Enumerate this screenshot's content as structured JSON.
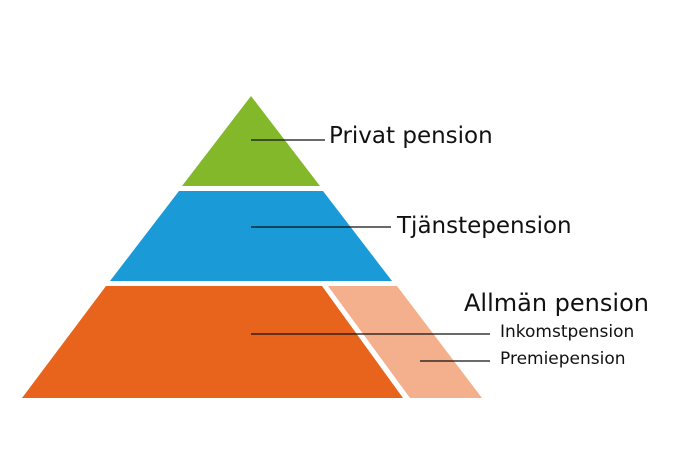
{
  "pyramid": {
    "tiers": [
      {
        "id": "private",
        "label": "Privat pension",
        "color": "#82b82a"
      },
      {
        "id": "service",
        "label": "Tjänstepension",
        "color": "#1a9bd7"
      },
      {
        "id": "public",
        "label": "Allmän pension",
        "color": "#e8641c",
        "parts": [
          {
            "id": "income",
            "label": "Inkomstpension",
            "color": "#e8641c"
          },
          {
            "id": "premium",
            "label": "Premiepension",
            "color": "#f4b08c"
          }
        ]
      }
    ],
    "leader_line_color": "#111111"
  }
}
